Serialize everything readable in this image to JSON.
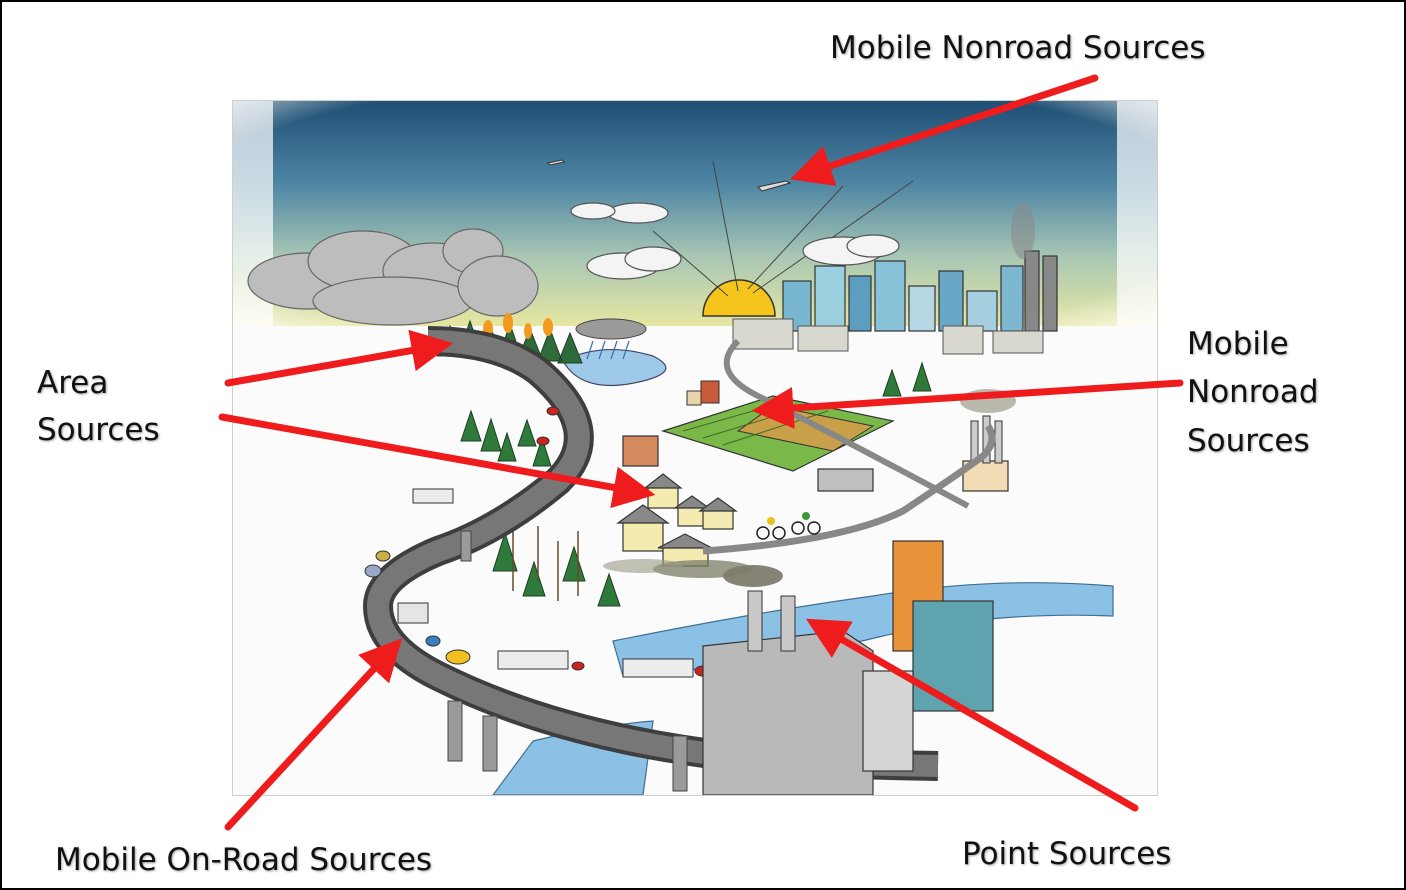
{
  "labels": {
    "mobile_nonroad_top": "Mobile Nonroad Sources",
    "area_line1": "Area",
    "area_line2": "Sources",
    "mobile_nonroad_right_line1": "Mobile",
    "mobile_nonroad_right_line2": "Nonroad",
    "mobile_nonroad_right_line3": "Sources",
    "mobile_onroad": "Mobile On-Road Sources",
    "point": "Point Sources"
  },
  "colors": {
    "arrow": "#ee1c1c",
    "sky_top": "#2a5f84",
    "sky_bottom": "#f3ec9a",
    "road": "#6e6e6e",
    "river": "#7fb8e0"
  }
}
